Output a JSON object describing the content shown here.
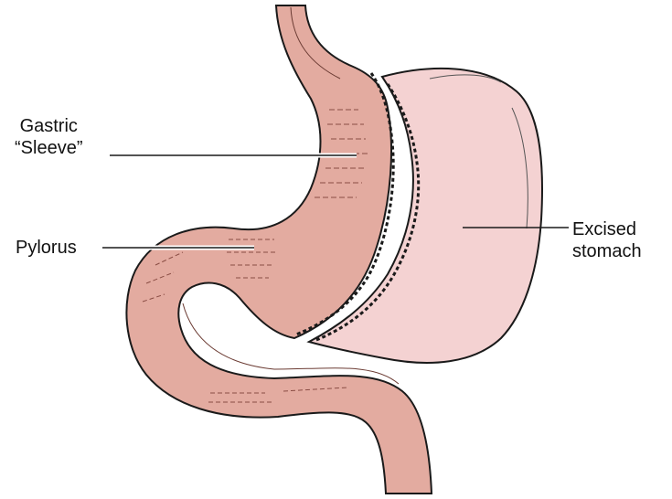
{
  "labels": {
    "gastric_sleeve": {
      "line1": "Gastric",
      "line2": "“Sleeve”"
    },
    "pylorus": "Pylorus",
    "excised_stomach": {
      "line1": "Excised",
      "line2": "stomach"
    }
  },
  "colors": {
    "sleeve_fill": "#e3aba0",
    "excised_fill": "#f4d2d2",
    "outline": "#1a1a1a",
    "halo": "#ffffff"
  }
}
